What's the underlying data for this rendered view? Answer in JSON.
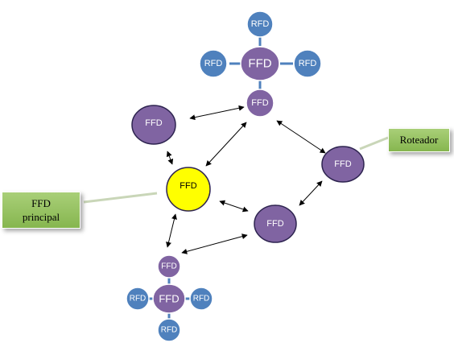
{
  "colors": {
    "rfd_fill": "#4f81bd",
    "ffd_fill": "#8064a2",
    "coordinator_fill": "#ffff00",
    "node_border": "#ffffff",
    "dark_border": "#2e2450",
    "label_fill": "#9bc266"
  },
  "nodes": {
    "top_rfd_top": "RFD",
    "top_rfd_left": "RFD",
    "top_ffd_center": "FFD",
    "top_rfd_right": "RFD",
    "top_ffd_bottom": "FFD",
    "ffd_left": "FFD",
    "coordinator": "FFD",
    "router_ffd": "FFD",
    "ffd_middle": "FFD",
    "bottom_ffd_top": "FFD",
    "bottom_rfd_left": "RFD",
    "bottom_ffd_center": "FFD",
    "bottom_rfd_right": "RFD",
    "bottom_rfd_bottom": "RFD"
  },
  "labels": {
    "router": "Roteador",
    "coordinator_line1": "FFD",
    "coordinator_line2": "principal"
  }
}
